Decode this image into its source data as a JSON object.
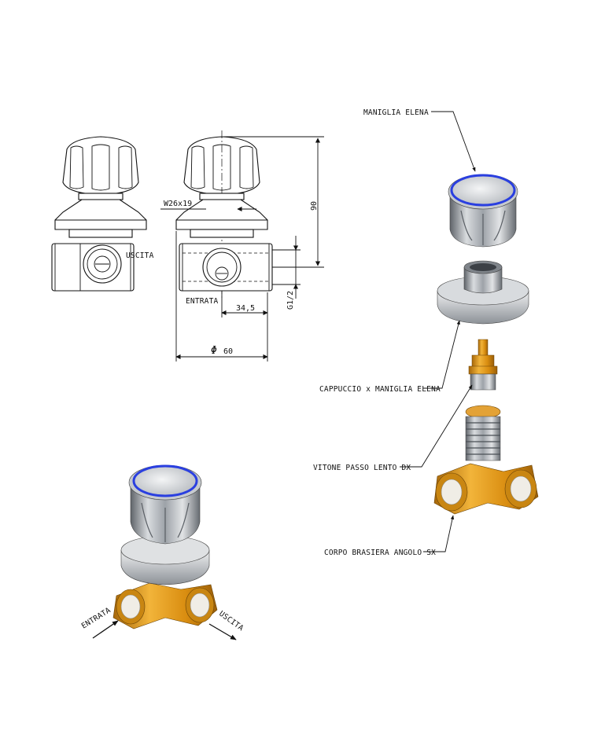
{
  "drawing": {
    "front_view": {
      "outlet_label": "USCITA"
    },
    "side_view": {
      "inlet_label": "ENTRATA",
      "dim_thread": "W26x19",
      "dim_height": "90",
      "dim_offset": "34,5",
      "dim_diameter_symbol": "Φ",
      "dim_diameter": "60",
      "dim_pipe": "G1/2"
    },
    "exploded_view": {
      "callouts": [
        {
          "id": "handle",
          "label": "MANIGLIA ELENA"
        },
        {
          "id": "cap",
          "label": "CAPPUCCIO x MANIGLIA ELENA"
        },
        {
          "id": "spindle",
          "label": "VITONE PASSO LENTO DX"
        },
        {
          "id": "body",
          "label": "CORPO BRASIERA ANGOLO SX"
        }
      ]
    },
    "assembled_view": {
      "inlet_label": "ENTRATA",
      "outlet_label": "USCITA"
    }
  },
  "colors": {
    "brass": "#e29a12",
    "brass_dark": "#a8680a",
    "chrome": "#b9bdc2",
    "chrome_dark": "#6e7379",
    "cap_ring": "#2a3fe0"
  }
}
